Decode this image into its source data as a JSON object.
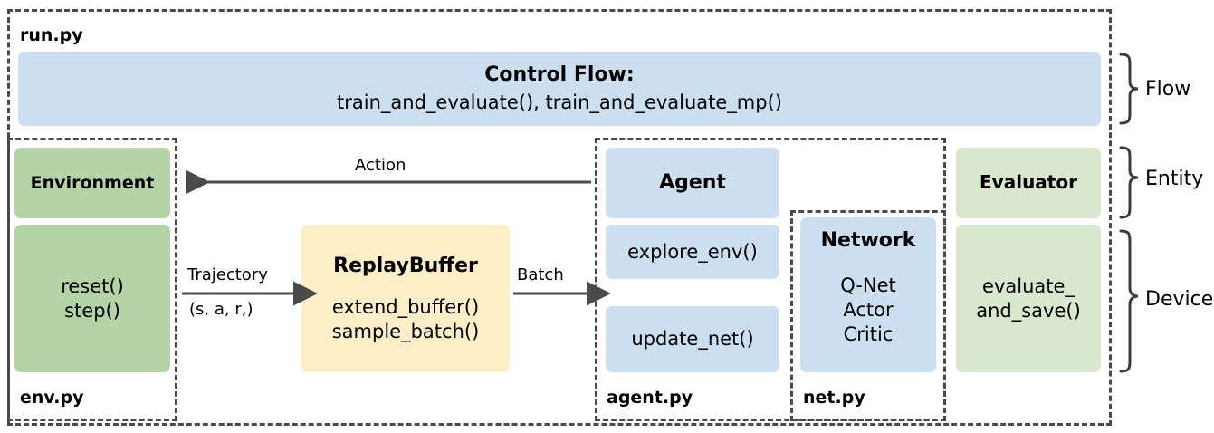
{
  "diagram": {
    "title": "RL framework file/module architecture",
    "modules": {
      "run": {
        "label": "run.py"
      },
      "env": {
        "label": "env.py"
      },
      "agent": {
        "label": "agent.py"
      },
      "net": {
        "label": "net.py"
      }
    },
    "boxes": {
      "control_flow": {
        "title": "Control Flow:",
        "body": "train_and_evaluate(),  train_and_evaluate_mp()"
      },
      "environment": {
        "title": "Environment"
      },
      "env_methods": {
        "line1": "reset()",
        "line2": "step()"
      },
      "replay_buffer": {
        "title": "ReplayBuffer",
        "line1": "extend_buffer()",
        "line2": "sample_batch()"
      },
      "agent": {
        "title": "Agent"
      },
      "explore_env": {
        "title": "explore_env()"
      },
      "update_net": {
        "title": "update_net()"
      },
      "network": {
        "title": "Network",
        "line1": "Q-Net",
        "line2": "Actor",
        "line3": "Critic"
      },
      "evaluator": {
        "title": "Evaluator"
      },
      "evaluate_and_save": {
        "line1": "evaluate_",
        "line2": "and_save()"
      }
    },
    "arrows": {
      "action": {
        "label": "Action"
      },
      "trajectory": {
        "label": "Trajectory",
        "sublabel": "(s, a, r,)"
      },
      "batch": {
        "label": "Batch"
      }
    },
    "braces": {
      "flow": "Flow",
      "entity": "Entity",
      "device": "Device"
    },
    "colors": {
      "blue": "#ccdff1",
      "green_dark": "#b4d4a8",
      "green_light": "#d7e8cf",
      "cream": "#fdeec8",
      "dash": "#4a4a4a",
      "arrow": "#4a4a4a"
    }
  }
}
